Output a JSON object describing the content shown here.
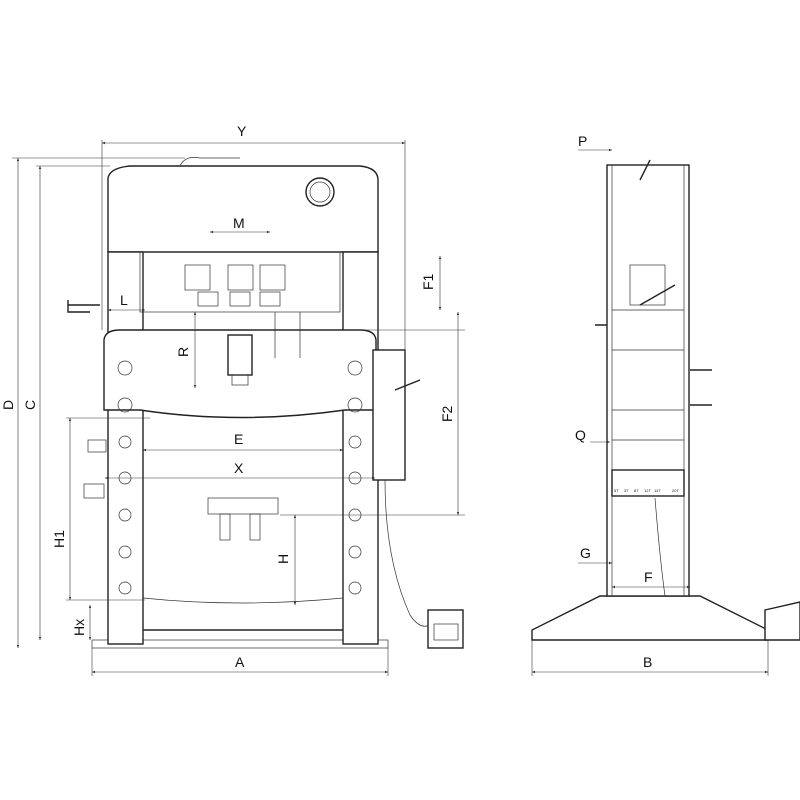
{
  "title": "Hydraulic press dimension drawing",
  "dimensions": {
    "Y": "Y",
    "M": "M",
    "P": "P",
    "F1": "F1",
    "L": "L",
    "R": "R",
    "D": "D",
    "C": "C",
    "F2": "F2",
    "E": "E",
    "X": "X",
    "Q": "Q",
    "H1": "H1",
    "H": "H",
    "G": "G",
    "F": "F",
    "Hx": "Hx",
    "A": "A",
    "B": "B"
  },
  "tonnage_labels": [
    "5T",
    "3T",
    "8T",
    "12T",
    "14T",
    "20T"
  ]
}
